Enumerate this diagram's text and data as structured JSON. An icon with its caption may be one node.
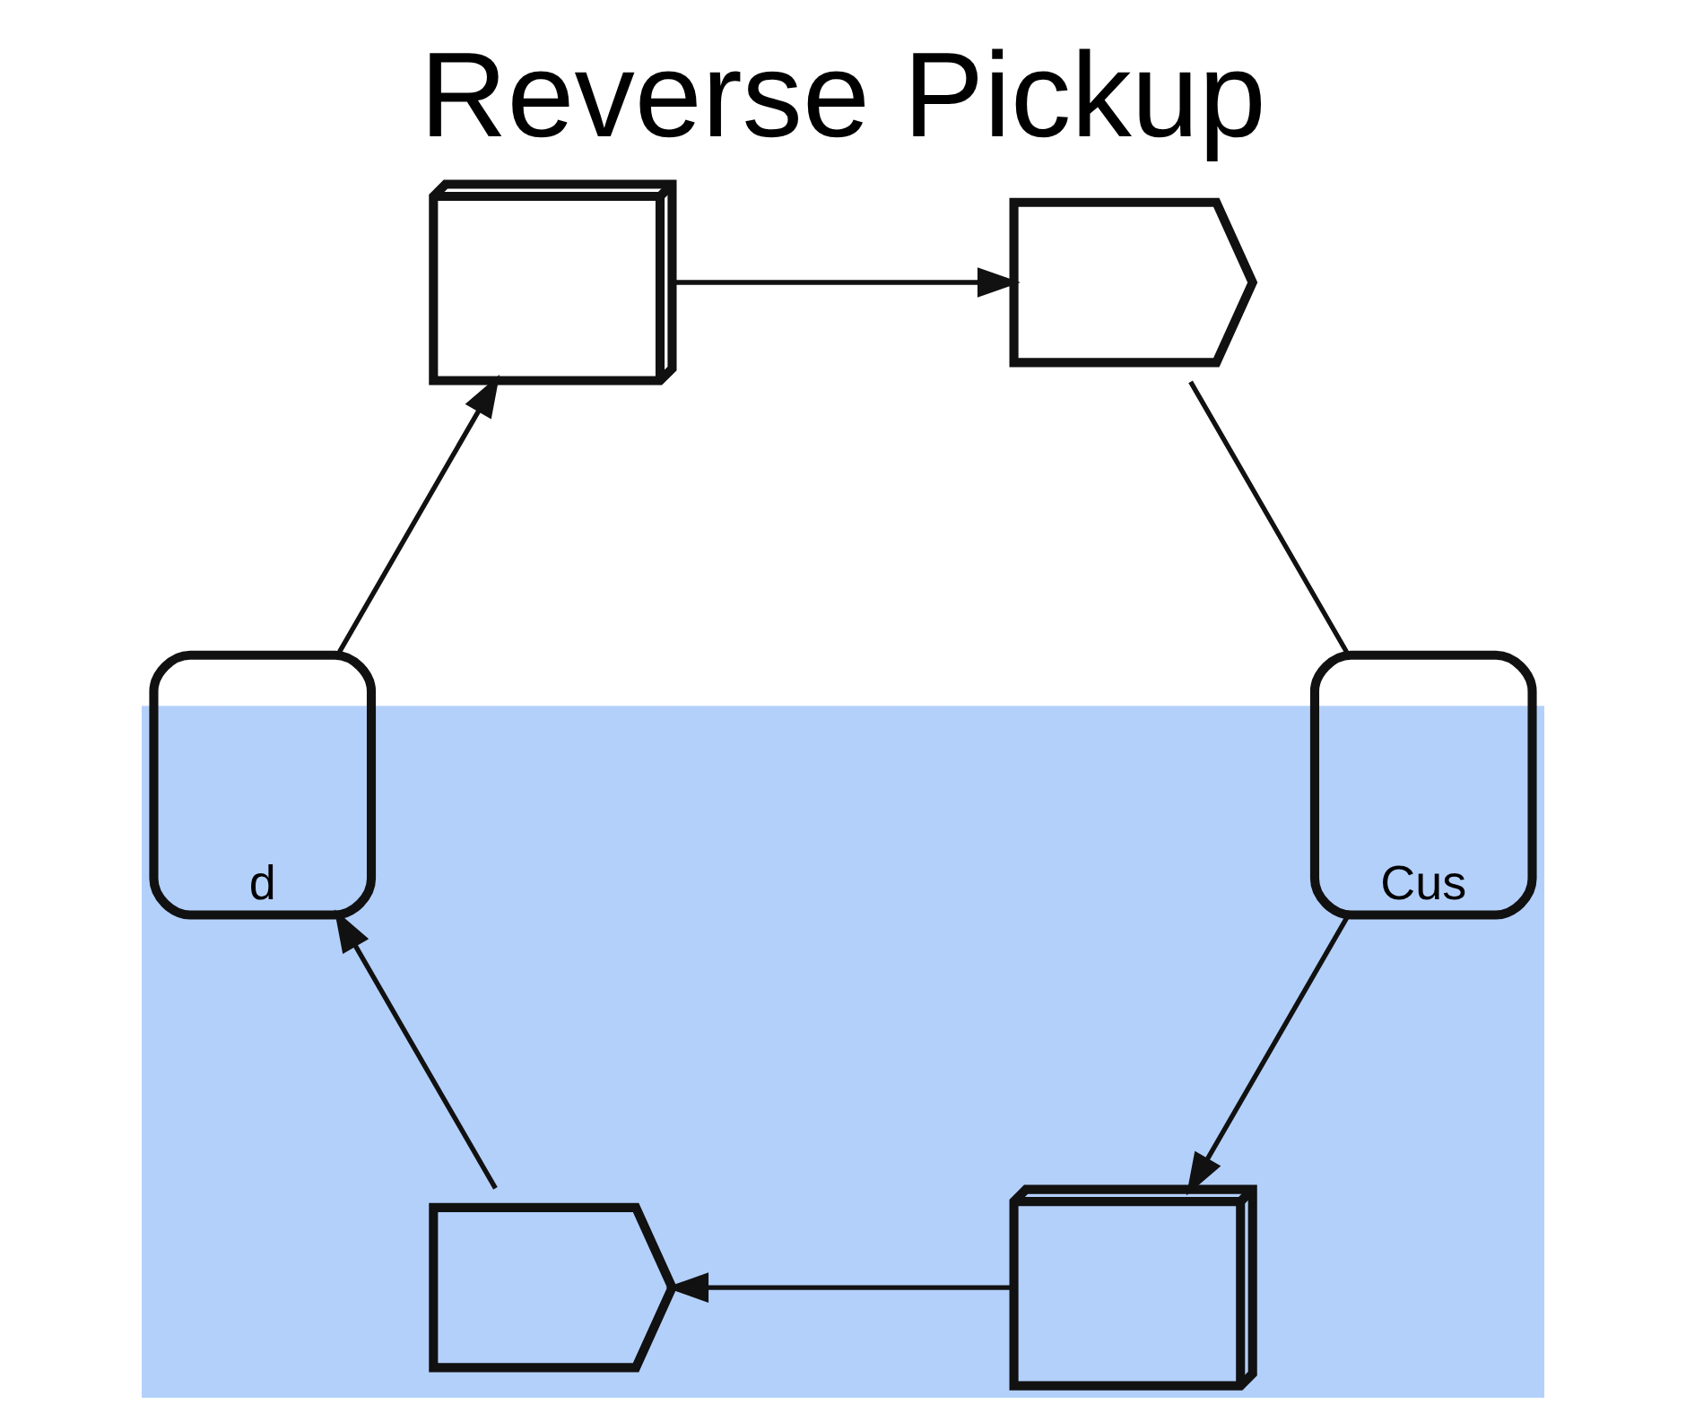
{
  "diagram": {
    "title": "Reverse Pickup",
    "nodes": [
      {
        "text": [],
        "shape": "picture"
      },
      {
        "text": [],
        "shape": "picture"
      },
      {
        "text": [
          "Cus"
        ]
      },
      {
        "text": [],
        "shape": "picture"
      },
      {
        "text": [],
        "shape": "picture"
      },
      {
        "text": [
          "d"
        ]
      }
    ],
    "edges": [
      {
        "from": 5,
        "to": 0,
        "arrow": "to"
      },
      {
        "from": 0,
        "to": 1,
        "arrow": "to"
      },
      {
        "from": 1,
        "to": 2,
        "arrow": "none"
      },
      {
        "from": 2,
        "to": 3,
        "arrow": "to"
      },
      {
        "from": 3,
        "to": 4,
        "arrow": "to"
      },
      {
        "from": 4,
        "to": 5,
        "arrow": "to"
      }
    ]
  }
}
